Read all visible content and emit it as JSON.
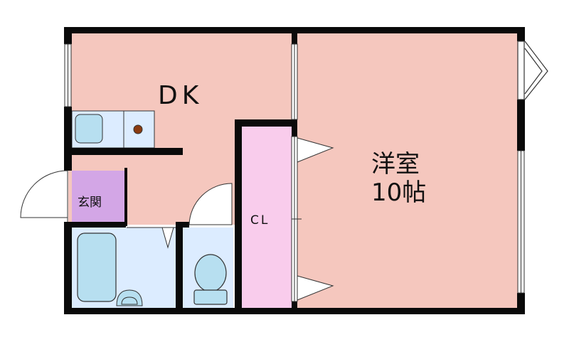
{
  "rooms": {
    "dk": {
      "label": "DK"
    },
    "western_room": {
      "label_line1": "洋室",
      "label_line2": "10帖"
    },
    "entrance": {
      "label": "玄関"
    },
    "closet": {
      "label": "CL"
    }
  },
  "colors": {
    "floor": "#f5c7be",
    "closet": "#f9ccec",
    "entrance": "#d3a6e6",
    "wet_area": "#dcecff",
    "fixture": "#b7dff0",
    "wall": "#0a0a0a"
  }
}
